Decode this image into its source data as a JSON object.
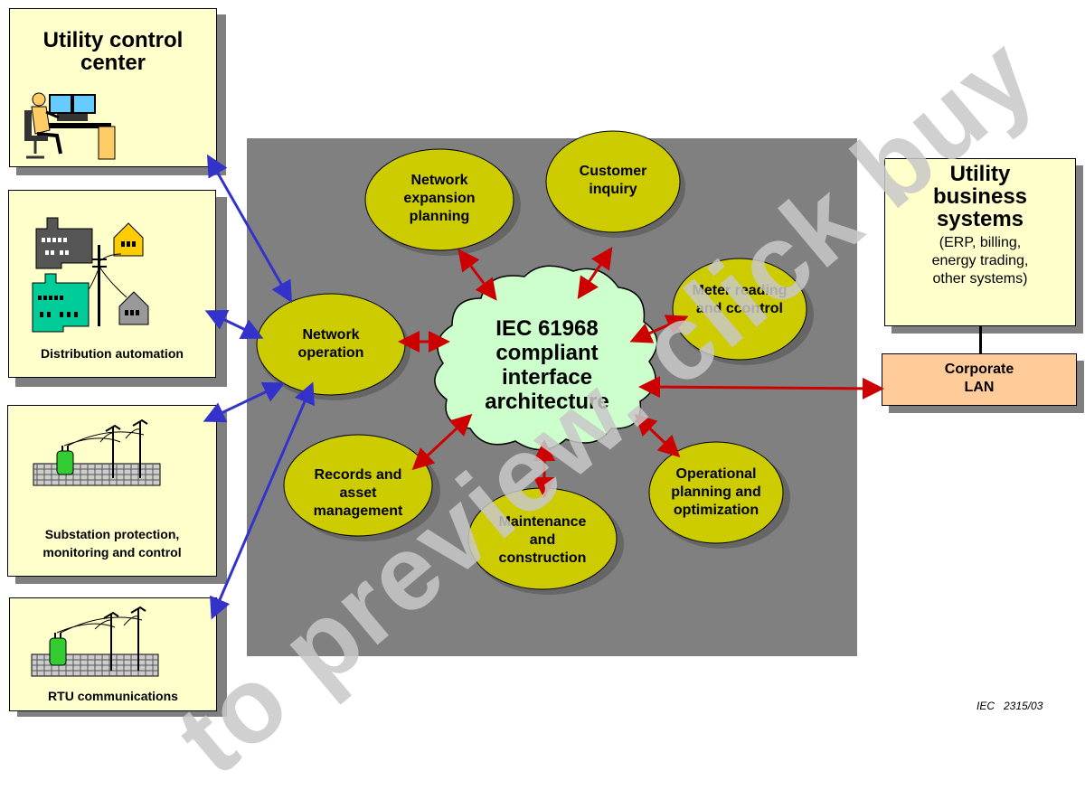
{
  "left_boxes": {
    "control_center": "Utility control center",
    "distribution": "Distribution automation",
    "substation_line1": "Substation protection,",
    "substation_line2": "monitoring and control",
    "rtu": "RTU communications"
  },
  "right_boxes": {
    "business_title": "Utility business systems",
    "business_detail_line1": "(ERP, billing,",
    "business_detail_line2": "energy trading,",
    "business_detail_line3": "other systems)",
    "corporate_lan": "Corporate LAN"
  },
  "center_cloud": "IEC 61968 compliant interface architecture",
  "ovals": {
    "network_operation": "Network operation",
    "network_expansion": "Network expansion planning",
    "customer_inquiry": "Customer inquiry",
    "meter_reading": "Meter reading and ccontrol",
    "operational_planning": "Operational planning and optimization",
    "maintenance": "Maintenance and construction",
    "records": "Records and asset management"
  },
  "figure_id": "IEC   2315/03",
  "watermark": "to preview. click buy",
  "colors": {
    "box_fill": "#ffffcc",
    "oval_fill": "#cccc00",
    "cloud_fill": "#ccffcc",
    "panel_fill": "#808080",
    "lan_fill": "#ffcc99",
    "blue_arrow": "#3333cc",
    "red_arrow": "#cc0000"
  }
}
